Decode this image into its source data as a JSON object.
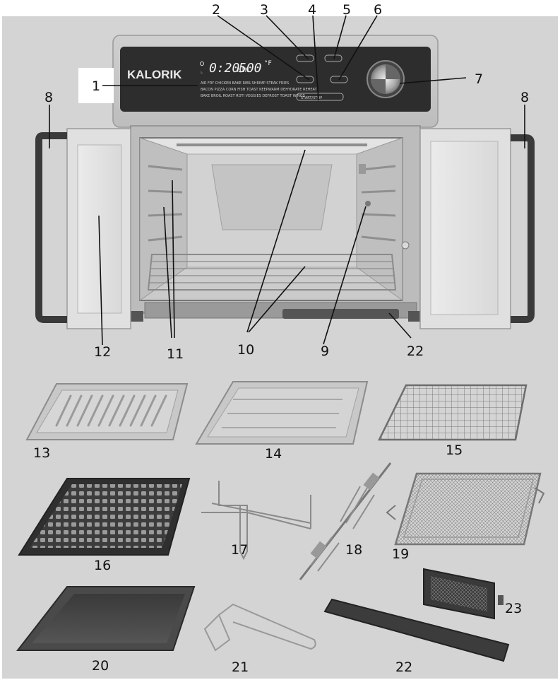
{
  "brand": "KALORIK",
  "display": {
    "time": "0:20",
    "temp": "500",
    "unit": "°F"
  },
  "presets_row1": "AIR FRY  CHICKEN  BAKE  RIBS  SHRIMP  STEAK  FRIES",
  "presets_row2": "BACON  PIZZA  CORN  FISH  TOAST  KEEPWARM  DEHYDRATE  REHEAT",
  "presets_row3": "BAKE  BROIL  ROAST  ROTI  VEGGIES  DEFROST  TOAST  WINGS",
  "start_stop_label": "START/STOP",
  "callouts": {
    "c1": "1",
    "c2": "2",
    "c3": "3",
    "c4": "4",
    "c5": "5",
    "c6": "6",
    "c7": "7",
    "c8_left": "8",
    "c8_right": "8",
    "c9": "9",
    "c10": "10",
    "c11": "11",
    "c12": "12",
    "c22_top": "22",
    "c13": "13",
    "c14": "14",
    "c15": "15",
    "c16": "16",
    "c17": "17",
    "c18": "18",
    "c19": "19",
    "c20": "20",
    "c21": "21",
    "c22_bottom": "22",
    "c23": "23"
  }
}
